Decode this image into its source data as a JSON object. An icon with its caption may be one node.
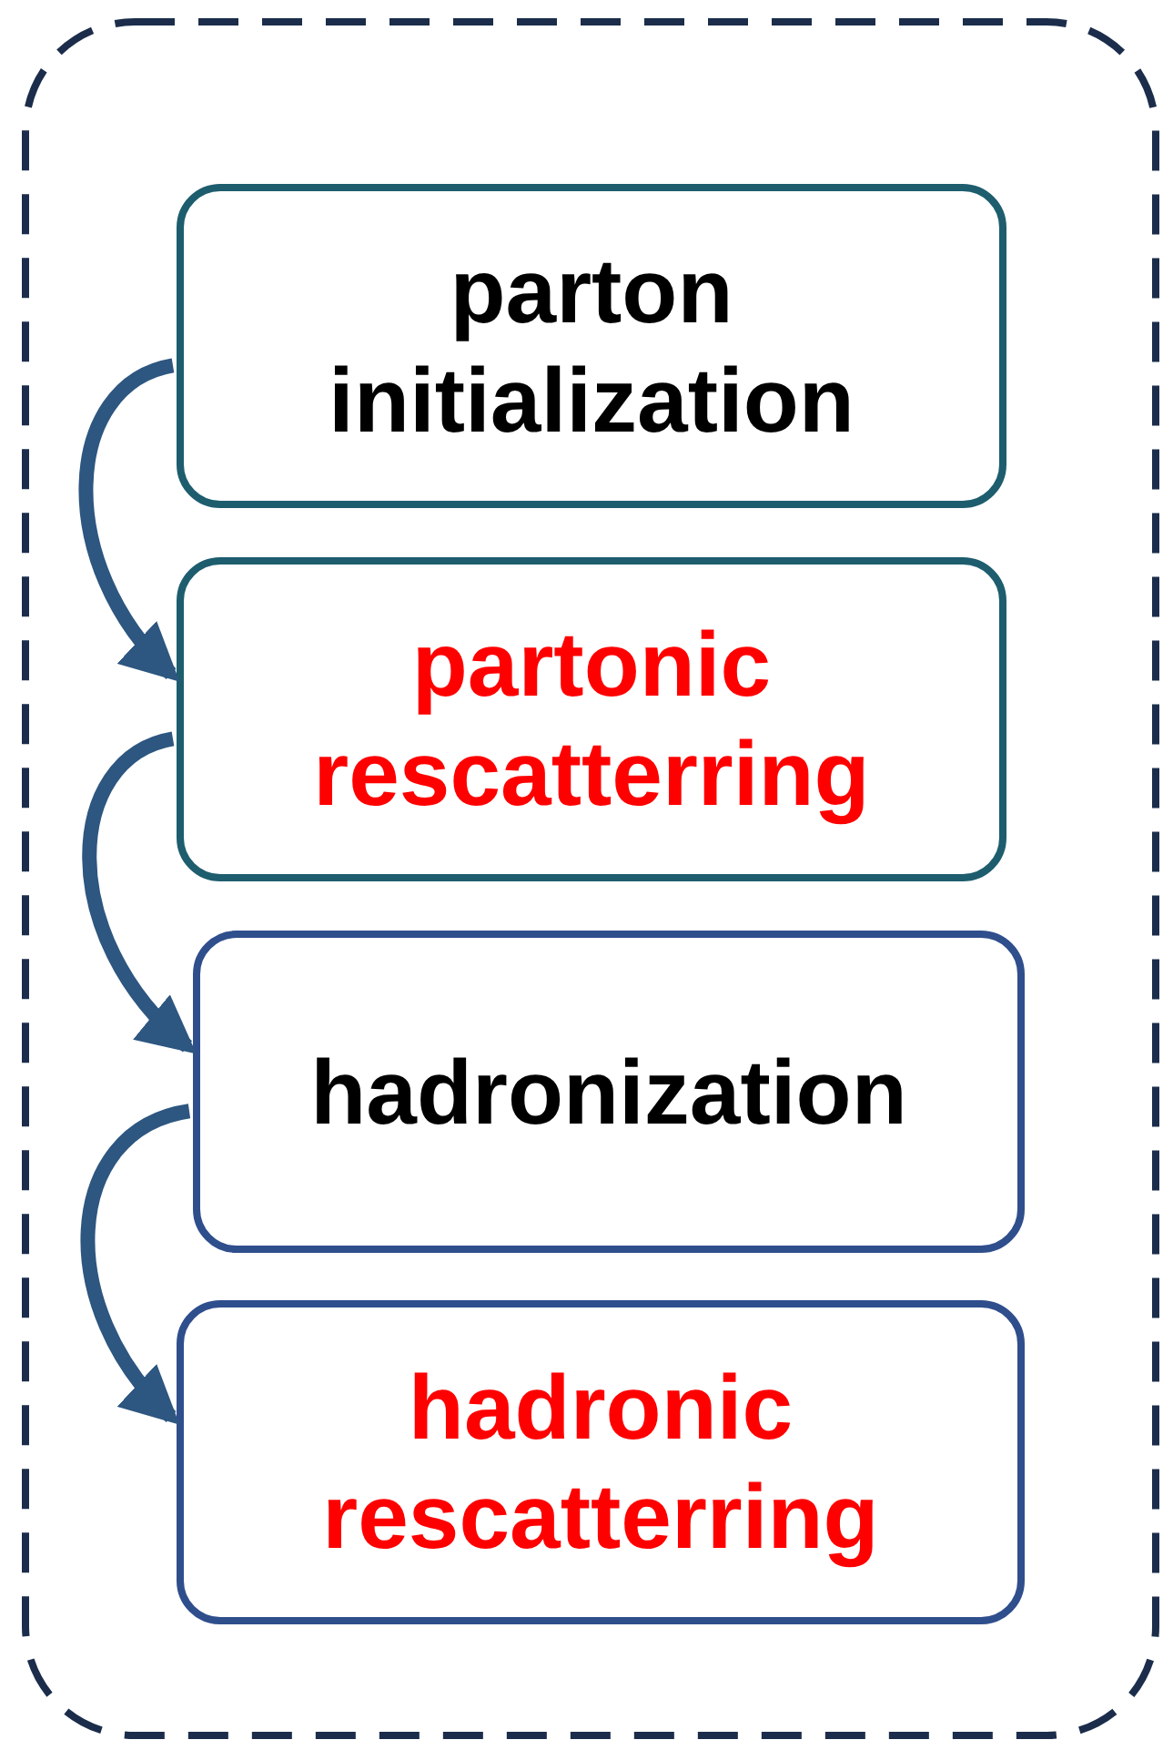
{
  "diagram": {
    "nodes": [
      {
        "text": [],
        "shape": "box"
      },
      {
        "text": [
          "parton initialization"
        ],
        "in": 0
      },
      {
        "text": [
          "partonic rescatterring"
        ],
        "in": 0
      },
      {
        "text": [
          "hadronization"
        ],
        "in": 0
      },
      {
        "text": [
          "hadronic rescatterring"
        ],
        "in": 0
      }
    ],
    "edges": [
      {
        "from": 1,
        "to": 2,
        "arrow": "to"
      },
      {
        "from": 2,
        "to": 3,
        "arrow": "to"
      },
      {
        "from": 3,
        "to": 4,
        "arrow": "to"
      }
    ]
  }
}
